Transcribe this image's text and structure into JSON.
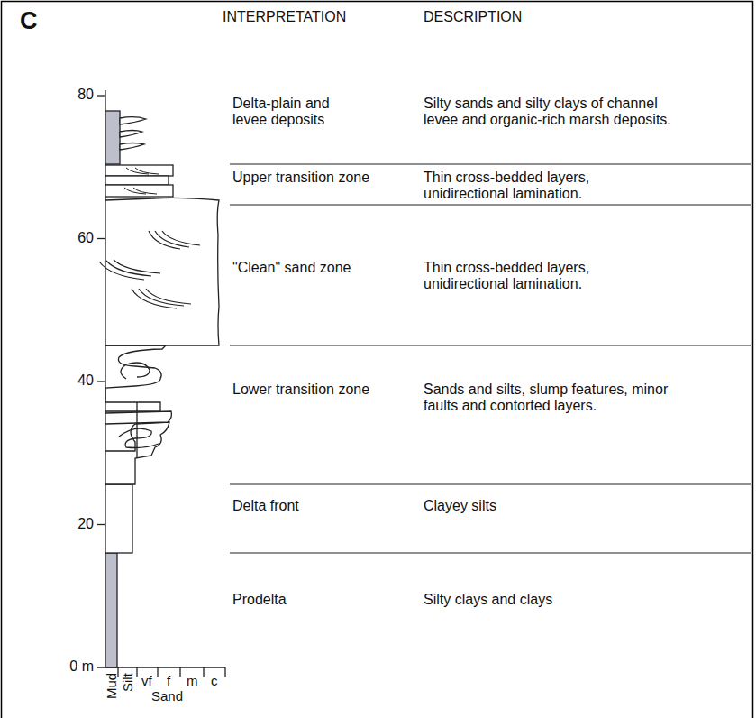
{
  "diagram": {
    "labels": [
      "C",
      "INTERPRETATION",
      "DESCRIPTION",
      "Delta-plain and levee deposits",
      "Silty sands and silty clays of channel levee and organic-rich marsh deposits.",
      "Upper transition zone",
      "Thin cross-bedded layers, unidirectional lamination.",
      "\"Clean\" sand zone",
      "Thin cross-bedded layers, unidirectional lamination.",
      "Lower transition zone",
      "Sands and silts, slump features, minor faults and contorted layers.",
      "Delta front",
      "Clayey silts",
      "Prodelta",
      "Silty clays and clays",
      "80",
      "60",
      "40",
      "20",
      "0 m",
      "Mud",
      "Silt",
      "vf",
      "f",
      "m",
      "c",
      "Sand"
    ]
  }
}
